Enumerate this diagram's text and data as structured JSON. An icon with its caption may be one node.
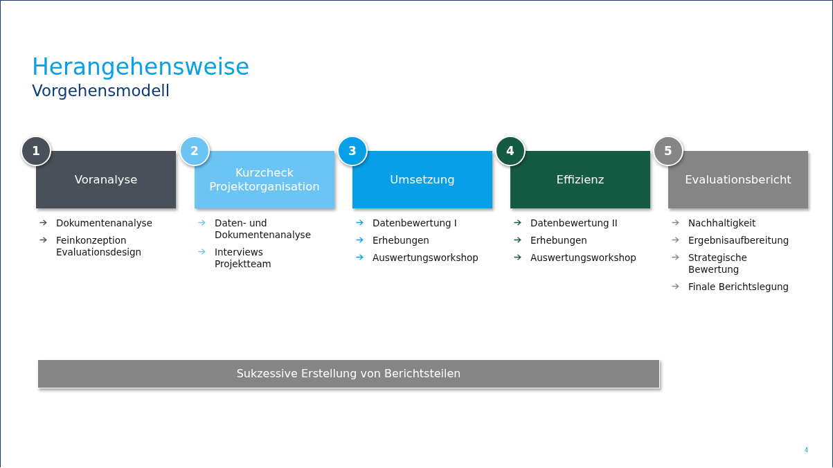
{
  "diagram": {
    "title": "Herangehensweise",
    "nodes": [
      {
        "text": [
          "Voranalyse"
        ],
        "beside": [
          "Dokumentenanalyse",
          "Feinkonzeption Evaluationsdesign"
        ]
      },
      {
        "text": [
          "Kurzcheck Projektorganisation"
        ],
        "beside": [
          "Daten- und Dokumentenanalyse",
          "Interviews Projektteam"
        ]
      },
      {
        "text": [
          "Umsetzung"
        ],
        "beside": [
          "Datenbewertung I",
          "Erhebungen",
          "Auswertungsworkshop"
        ]
      },
      {
        "text": [
          "Effizienz"
        ],
        "beside": [
          "Datenbewertung II",
          "Erhebungen",
          "Auswertungsworkshop"
        ]
      },
      {
        "text": [
          "Evaluationsbericht"
        ],
        "beside": [
          "Nachhaltigkeit",
          "Ergebnisaufbereitung",
          "Strategische Bewertung",
          "Finale Berichtslegung"
        ]
      },
      {
        "text": [
          "1"
        ]
      },
      {
        "text": [
          "2"
        ]
      },
      {
        "text": [
          "3"
        ]
      },
      {
        "text": [
          "4"
        ]
      },
      {
        "text": [
          "5"
        ]
      },
      {
        "text": [
          "Sukzessive Erstellung von Berichtsteilen"
        ]
      }
    ],
    "labels": [
      "Vorgehensmodell",
      "4"
    ]
  }
}
